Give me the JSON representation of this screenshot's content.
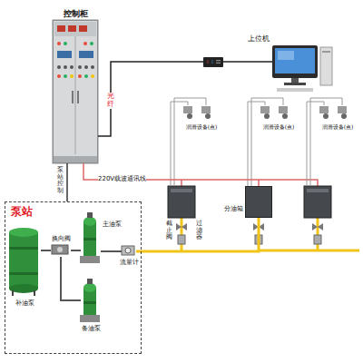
{
  "diagram": {
    "nodes": [
      {
        "text": [
          "控制柜"
        ]
      },
      {
        "text": [
          "上位机"
        ]
      },
      {
        "text": [
          "泵站"
        ]
      },
      {
        "text": [
          "补油泵"
        ],
        "in": 2
      },
      {
        "text": [
          "换向阀"
        ],
        "in": 2
      },
      {
        "text": [
          "主油泵"
        ],
        "in": 2
      },
      {
        "text": [
          "备油泵"
        ],
        "in": 2
      },
      {
        "text": [
          "流量计"
        ],
        "in": 2
      },
      {
        "text": [
          "分油箱"
        ]
      }
    ],
    "edges": [
      {
        "from": 0,
        "to": 1,
        "arrow": "none",
        "label": "光纤"
      },
      {
        "from": 0,
        "to": 2,
        "arrow": "none",
        "label": "泵站控制"
      },
      {
        "from": 0,
        "to": 8,
        "arrow": "none",
        "label": "220V载波通讯线"
      },
      {
        "from": 3,
        "to": 4,
        "arrow": "none"
      },
      {
        "from": 4,
        "to": 5,
        "arrow": "none"
      },
      {
        "from": 4,
        "to": 6,
        "arrow": "none"
      },
      {
        "from": 5,
        "to": 7,
        "arrow": "none"
      },
      {
        "from": 7,
        "to": 8,
        "arrow": "none"
      }
    ],
    "labels": [
      "过滤器",
      "截止阀",
      "润滑设备(点)",
      "润滑设备(点)",
      "润滑设备(点)"
    ]
  }
}
